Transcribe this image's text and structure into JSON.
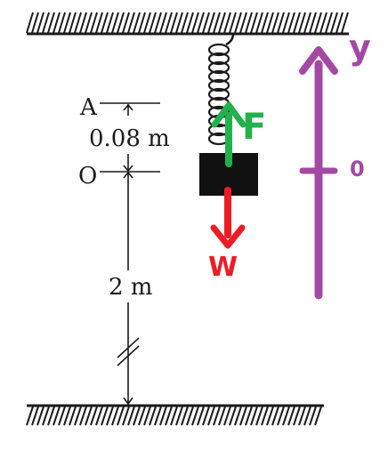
{
  "labels": {
    "point_a": "A",
    "point_o": "O",
    "distance_ao": "0.08 m",
    "distance_floor": "2 m"
  },
  "forces": {
    "spring_force": "F",
    "weight": "W"
  },
  "axis": {
    "name": "y",
    "origin": "0"
  },
  "colors": {
    "ink": "#1a1a1a",
    "spring_force": "#22b14c",
    "weight": "#ed1c24",
    "axis": "#a349a4"
  }
}
